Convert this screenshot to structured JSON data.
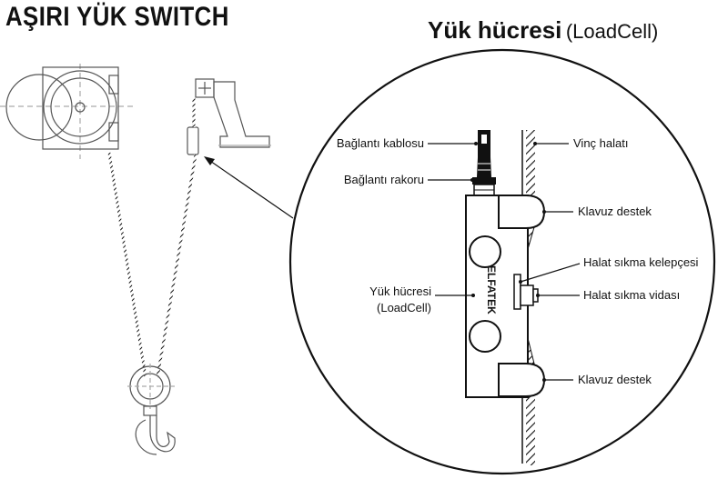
{
  "title": "AŞIRI YÜK SWITCH",
  "subtitle": {
    "main": "Yük hücresi",
    "paren": "(LoadCell)"
  },
  "labels": {
    "baglanti_kablosu": "Bağlantı kablosu",
    "baglanti_rakoru": "Bağlantı rakoru",
    "yuk_hucresi_1": "Yük hücresi",
    "yuk_hucresi_2": "(LoadCell)",
    "vinc_halati": "Vinç halatı",
    "klavuz_destek_top": "Klavuz destek",
    "halat_sikma_kelepcesi": "Halat sıkma kelepçesi",
    "halat_sikma_vidasi": "Halat sıkma vidası",
    "klavuz_destek_bottom": "Klavuz destek"
  },
  "brand": "ELFATEK"
}
